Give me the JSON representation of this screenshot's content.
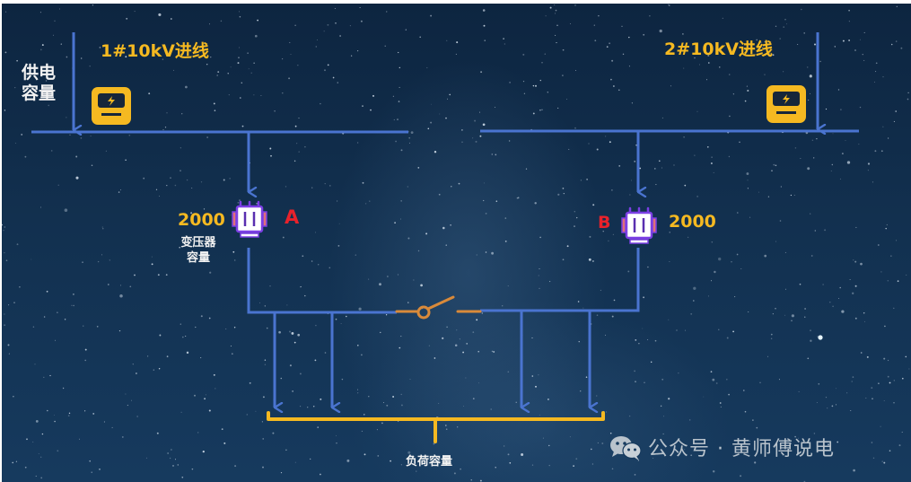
{
  "diagram": {
    "type": "electrical-single-line",
    "incoming_lines": [
      {
        "id": "line-1",
        "label": "1#10kV进线"
      },
      {
        "id": "line-2",
        "label": "2#10kV进线"
      }
    ],
    "supply_capacity_label": [
      "供电",
      "容量"
    ],
    "transformers": [
      {
        "id": "A",
        "name": "A",
        "capacity": "2000"
      },
      {
        "id": "B",
        "name": "B",
        "capacity": "2000"
      }
    ],
    "transformer_capacity_label": [
      "变压器",
      "容量"
    ],
    "load_capacity_label": "负荷容量",
    "tie_switch_state": "open",
    "colors": {
      "busbar": "#4a74d0",
      "highlight_text": "#f5b921",
      "transformer_tag": "#e8222b",
      "switch": "#d98a3a",
      "bracket": "#f5b921",
      "meter": "#f5b921",
      "transformer_outline": "#7b3fe4",
      "background": "#12304f"
    }
  },
  "watermark": {
    "icon": "wechat-icon",
    "text": "公众号 · 黄师傅说电"
  }
}
